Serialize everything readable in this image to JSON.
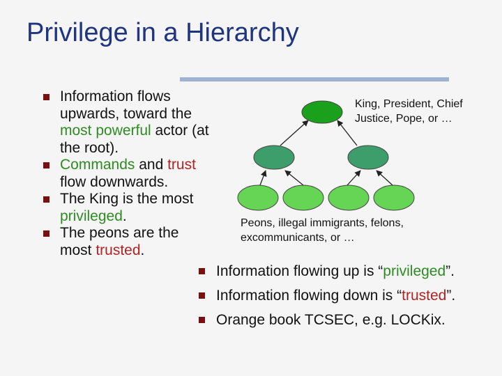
{
  "slide": {
    "title": "Privilege in a Hierarchy",
    "left_bullets": [
      {
        "parts": [
          "Information flows upwards, toward the ",
          "most powerful",
          " actor (at the root)."
        ]
      },
      {
        "parts": [
          "Commands",
          " and ",
          "trust",
          " flow downwards."
        ]
      },
      {
        "parts": [
          "The King is the most ",
          "privileged",
          "."
        ]
      },
      {
        "parts": [
          "The peons are the most ",
          "trusted",
          "."
        ]
      }
    ],
    "right_bullets": [
      {
        "parts": [
          "Information flowing up is “",
          "privileged",
          "”."
        ]
      },
      {
        "parts": [
          "Information flowing down is “",
          "trusted",
          "”."
        ]
      },
      {
        "parts": [
          "Orange book TCSEC, e.g. LOCKix."
        ]
      }
    ],
    "diagram": {
      "top_label": "King, President, Chief Justice, Pope, or …",
      "bottom_label": "Peons, illegal immigrants, felons, excommunicants, or …",
      "colors": {
        "root": "#1aa01a",
        "middle": "#3d9e6b",
        "leaf": "#66d455",
        "bullet": "#7a0f0f",
        "title": "#1f3580",
        "rule": "#9eb3d1"
      }
    }
  }
}
